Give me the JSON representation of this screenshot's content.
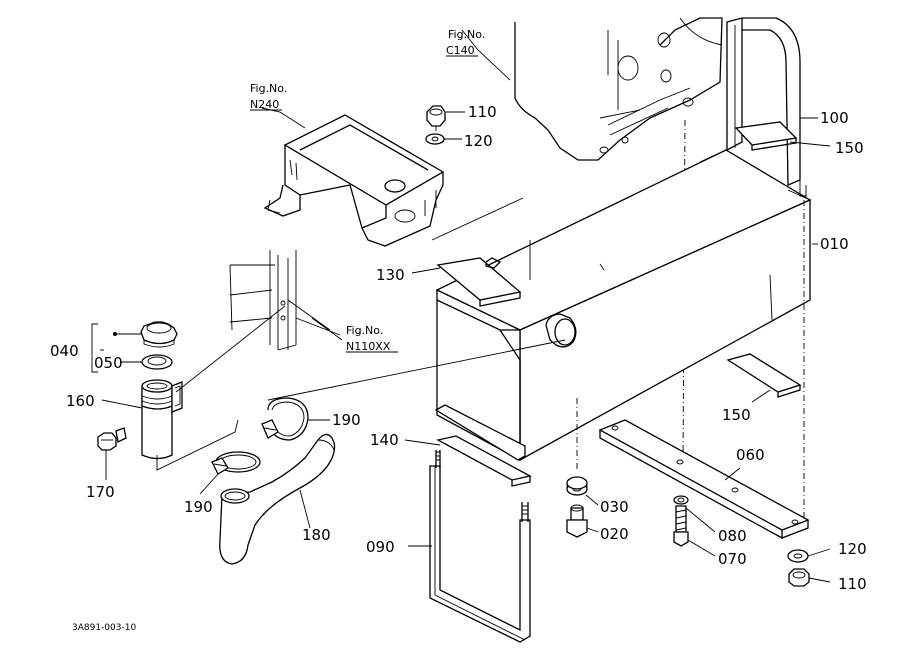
{
  "drawing": {
    "code": "3A891-003-10",
    "figure_refs": [
      {
        "title": "Fig.No.",
        "number": "C140"
      },
      {
        "title": "Fig.No.",
        "number": "N240"
      },
      {
        "title": "Fig.No.",
        "number": "N110XX"
      }
    ],
    "part_labels": [
      "100",
      "150",
      "010",
      "110",
      "120",
      "130",
      "040",
      "050",
      "160",
      "170",
      "190",
      "190",
      "180",
      "140",
      "090",
      "030",
      "020",
      "150",
      "060",
      "080",
      "070",
      "120",
      "110"
    ]
  }
}
